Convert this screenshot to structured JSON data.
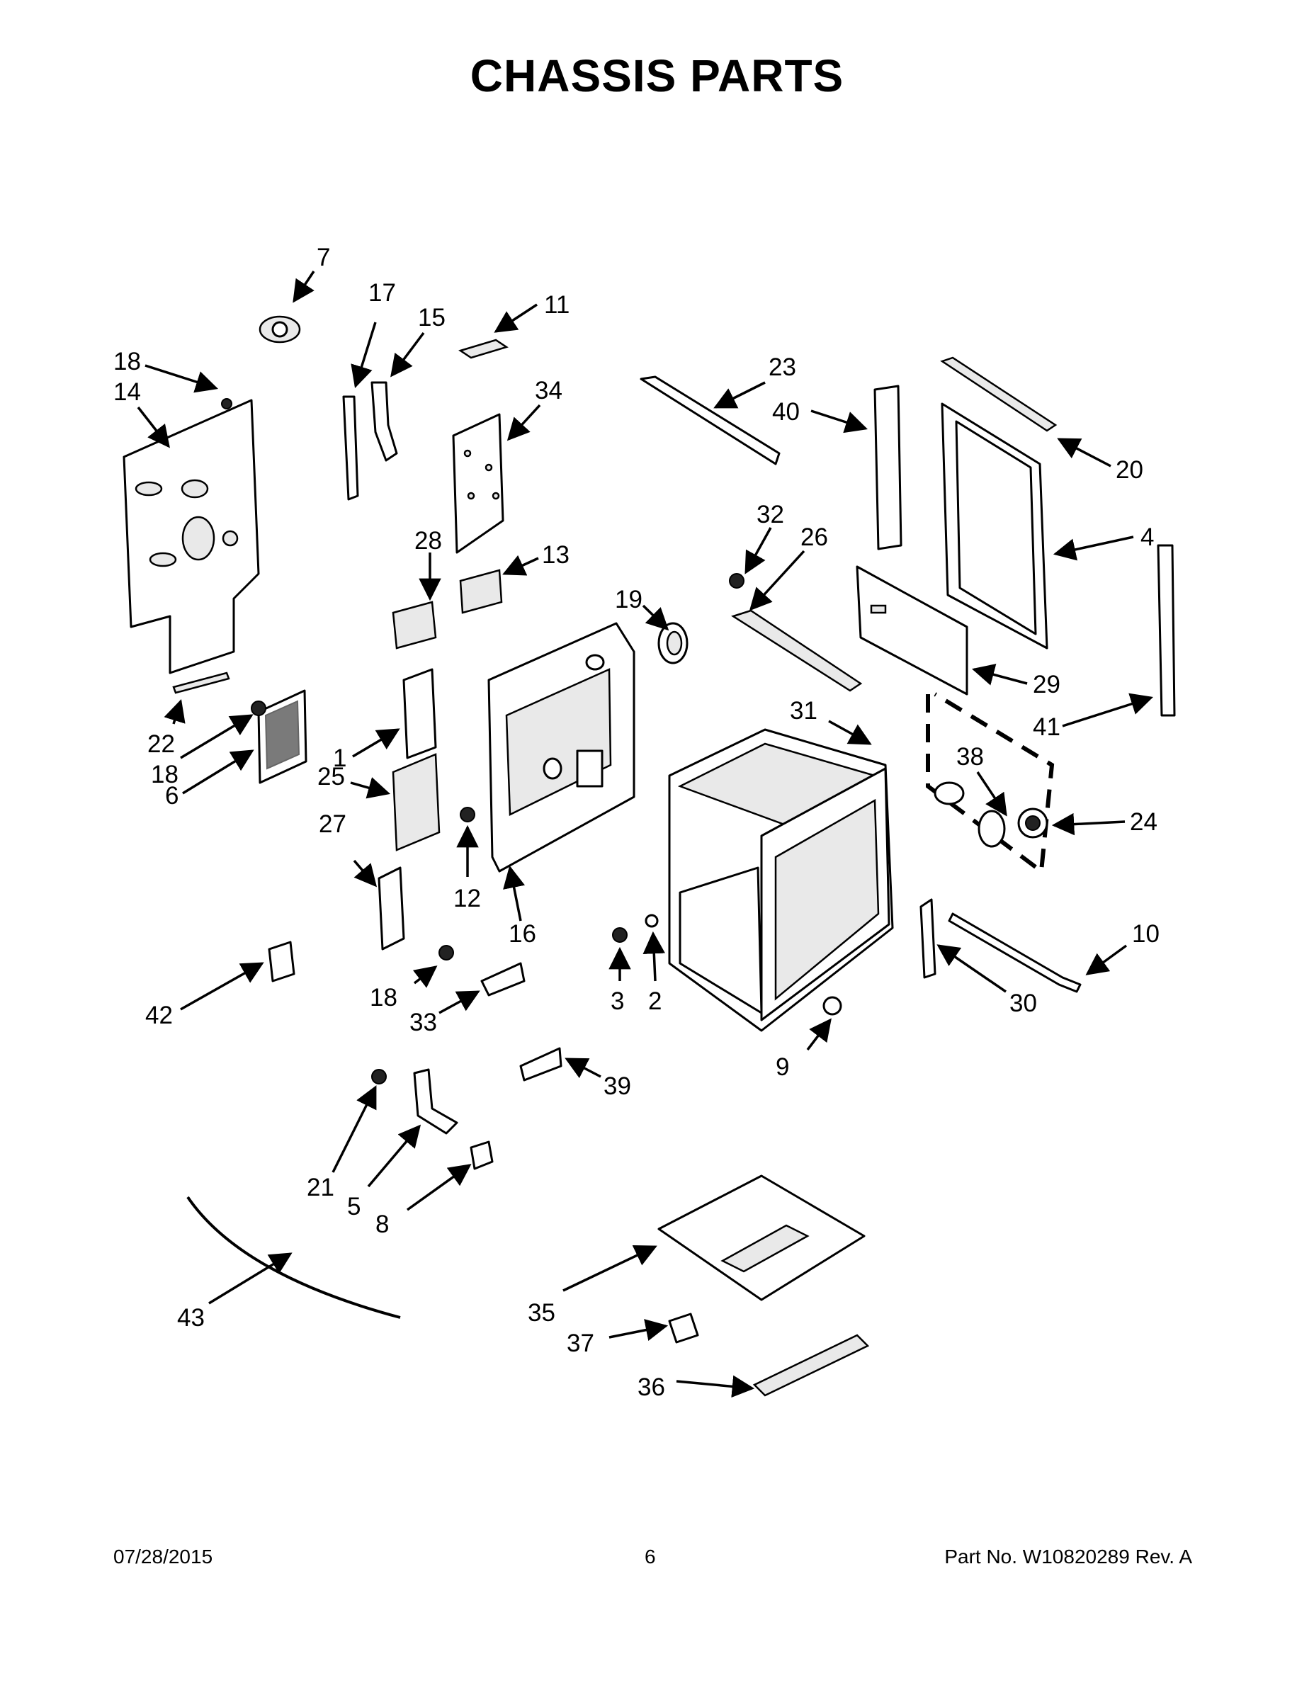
{
  "title": "CHASSIS PARTS",
  "footer": {
    "date": "07/28/2015",
    "page": "6",
    "part_number": "Part No.  W10820289  Rev.  A"
  },
  "callouts": [
    "7",
    "17",
    "15",
    "11",
    "18",
    "14",
    "34",
    "23",
    "40",
    "20",
    "4",
    "32",
    "26",
    "28",
    "13",
    "19",
    "29",
    "41",
    "22",
    "1",
    "31",
    "38",
    "18",
    "6",
    "25",
    "24",
    "27",
    "12",
    "16",
    "10",
    "3",
    "2",
    "30",
    "42",
    "18",
    "33",
    "9",
    "39",
    "21",
    "5",
    "8",
    "43",
    "35",
    "37",
    "36"
  ]
}
